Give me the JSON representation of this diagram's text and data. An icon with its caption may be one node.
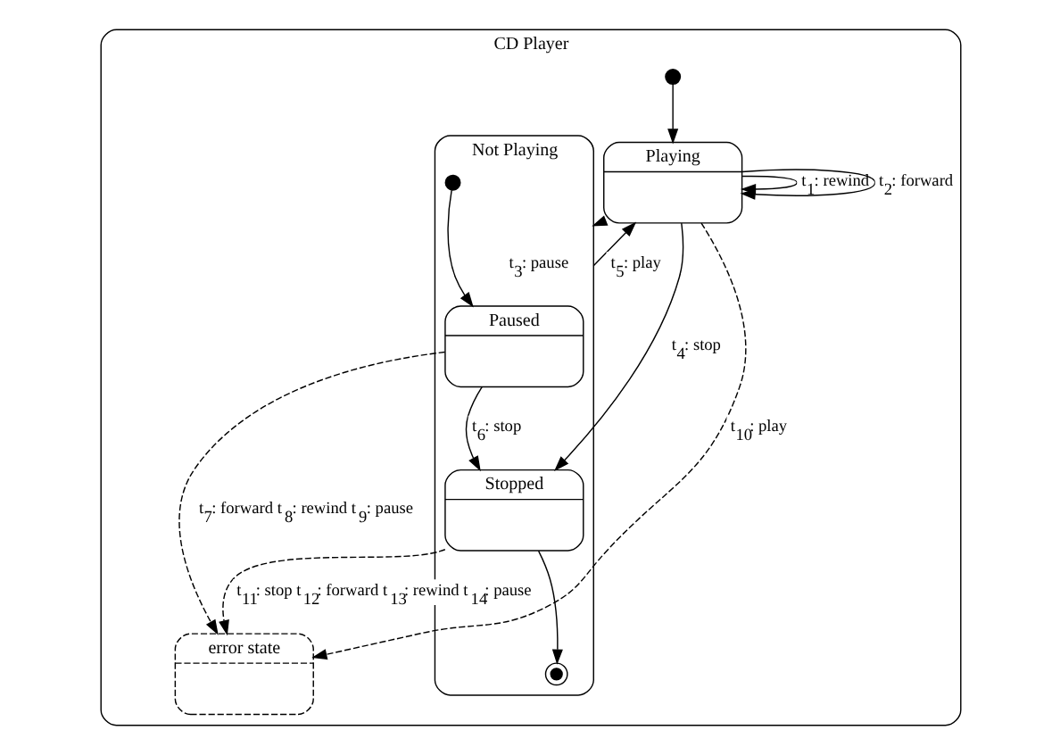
{
  "diagram": {
    "nodes": [
      {
        "text": [
          "CD Player"
        ]
      },
      {
        "text": [],
        "shape": "circle",
        "in": 0
      },
      {
        "text": [
          "Playing"
        ],
        "in": 0
      },
      {
        "text": [
          "Not Playing"
        ],
        "in": 0
      },
      {
        "text": [
          "Stopped"
        ],
        "in": 3
      },
      {
        "text": [],
        "shape": "circle",
        "in": 3
      },
      {
        "text": [],
        "shape": "circle",
        "in": 3
      },
      {
        "text": [
          "Paused"
        ],
        "in": 3
      },
      {
        "text": [
          "error state"
        ],
        "in": 0
      }
    ],
    "edges": [
      {
        "from": 1,
        "to": 2,
        "arrow": "to"
      },
      {
        "from": 2,
        "to": 2,
        "arrow": "to",
        "label": "t$_{1}$: rewind"
      },
      {
        "from": 2,
        "to": 2,
        "arrow": "to",
        "label": "t$_{2}$: forward"
      },
      {
        "from": 2,
        "to": 3,
        "arrow": "to",
        "label": "t$_{3}$: pause"
      },
      {
        "from": 2,
        "to": 4,
        "arrow": "to",
        "label": "t$_{4}$: stop"
      },
      {
        "from": 3,
        "to": 2,
        "arrow": "to",
        "label": "t$_{5}$: play"
      },
      {
        "from": 7,
        "to": 4,
        "arrow": "to",
        "label": "t$_{6}$: stop"
      },
      {
        "from": 7,
        "to": 8,
        "arrow": "to",
        "style": "dashed",
        "label": "t$_{7}$: forward t$_{8}$: rewind t$_{9}$: pause"
      },
      {
        "from": 2,
        "to": 8,
        "arrow": "to",
        "style": "dashed",
        "label": "t$_{10}$: play"
      },
      {
        "from": 4,
        "to": 8,
        "arrow": "to",
        "style": "dashed",
        "label": "t$_{11}$: stop t$_{12}$: forward t$_{13}$: rewind t$_{14}$: pause"
      },
      {
        "from": 4,
        "to": 5,
        "arrow": "to"
      },
      {
        "from": 6,
        "to": 7,
        "arrow": "to"
      }
    ]
  }
}
